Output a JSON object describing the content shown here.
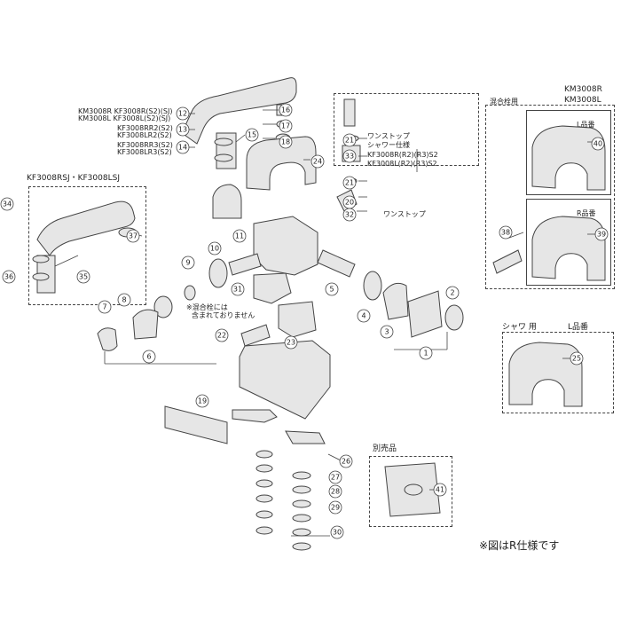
{
  "labels": {
    "km3008r_top": "KM3008R",
    "km3008l_top": "KM3008L",
    "mix_use": "混合栓用",
    "l_product": "L品番",
    "r_product": "R品番",
    "shower_use": "シャワ 用",
    "shower_l_product": "L品番",
    "kf_series": "KF3008RSJ・KF3008LSJ",
    "line_12a": "KM3008R KF3008R(S2)(SJ)",
    "line_12b": "KM3008L KF3008L(S2)(SJ)",
    "line_13a": "KF3008RR2(S2)",
    "line_13b": "KF3008LR2(S2)",
    "line_14a": "KF3008RR3(S2)",
    "line_14b": "KF3008LR3(S2)",
    "onestop_shower_1": "ワンストップ",
    "onestop_shower_2": "シャワー仕様",
    "onestop_shower_3": "KF3008R(R2)(R3)S2",
    "onestop_shower_4": "KF3008L(R2)(R3)S2",
    "onestop": "ワンストップ",
    "mix_note_1": "※混合栓には",
    "mix_note_2": "含まれておりません",
    "sold_separately": "別売品",
    "footnote": "※図はR仕様です"
  },
  "part_numbers": [
    "1",
    "2",
    "3",
    "4",
    "5",
    "6",
    "7",
    "8",
    "9",
    "10",
    "11",
    "12",
    "13",
    "14",
    "15",
    "16",
    "17",
    "18",
    "19",
    "20",
    "21",
    "21",
    "22",
    "23",
    "24",
    "25",
    "26",
    "27",
    "28",
    "29",
    "30",
    "31",
    "32",
    "33",
    "34",
    "35",
    "36",
    "37",
    "38",
    "39",
    "40",
    "41"
  ],
  "colors": {
    "line": "#444444",
    "part_fill": "#e6e6e6",
    "part_dark": "#9a9a9a"
  }
}
